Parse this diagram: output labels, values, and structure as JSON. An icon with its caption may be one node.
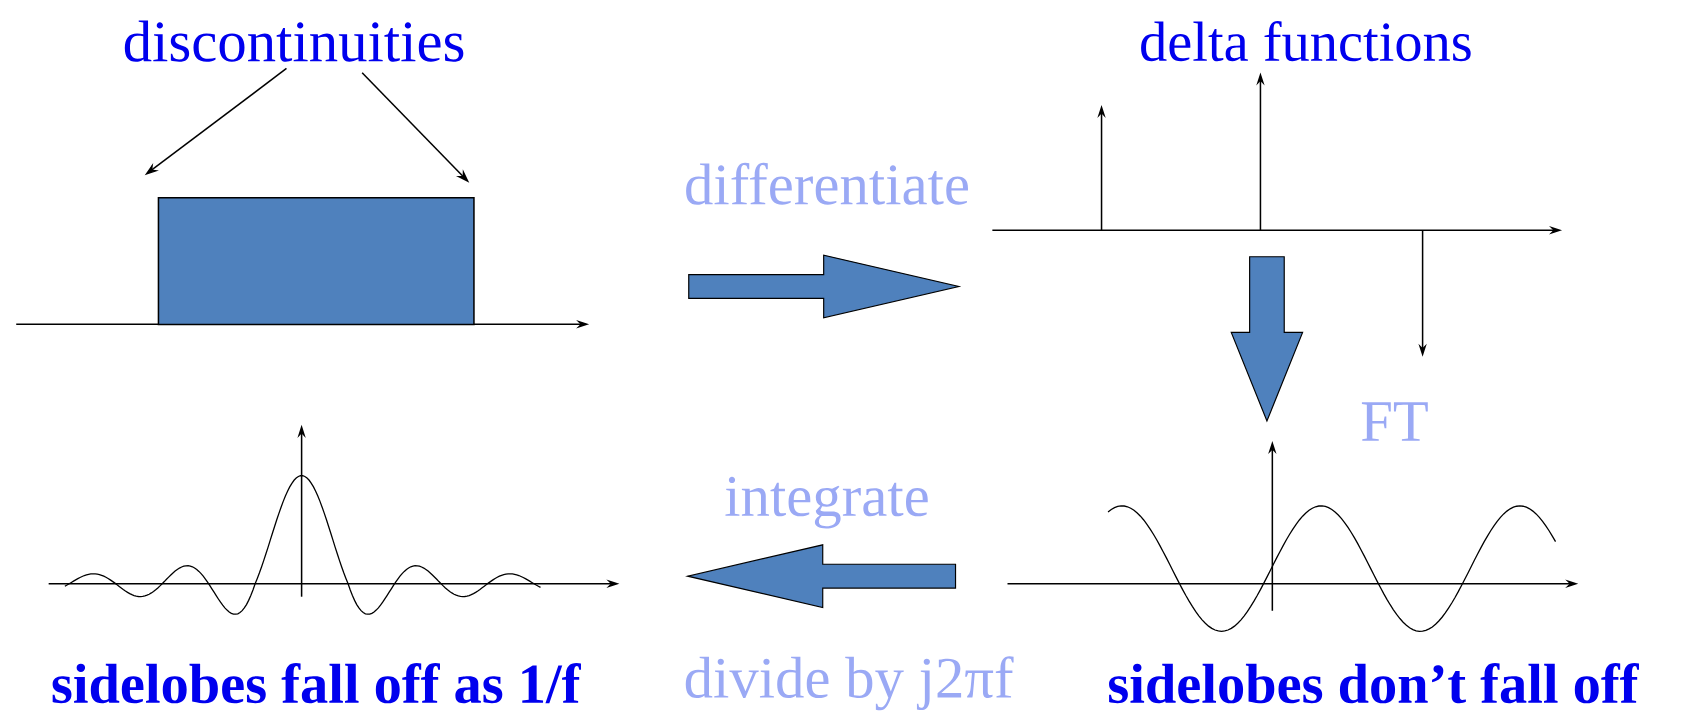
{
  "diagram": {
    "nodes": [
      {
        "text": [
          "discontinuities"
        ]
      },
      {
        "text": [],
        "shape": "picture"
      },
      {
        "text": [],
        "shape": "box"
      },
      {
        "text": [],
        "shape": "picture",
        "beside": [
          "delta functions"
        ]
      },
      {
        "text": [],
        "shape": "picture",
        "beside": [
          "sidelobes don’t fall off"
        ]
      },
      {
        "text": [],
        "shape": "picture",
        "beside": [
          "sidelobes fall off as 1/f"
        ]
      }
    ],
    "edges": [
      {
        "from": 0,
        "to": 2,
        "arrow": "to",
        "color": "#000000"
      },
      {
        "from": 0,
        "to": 2,
        "arrow": "to",
        "color": "#000000"
      },
      {
        "from": 1,
        "to": 3,
        "arrow": "to",
        "label": "differentiate",
        "style": "thick",
        "color": "#4f81bd"
      },
      {
        "from": 3,
        "to": 4,
        "arrow": "to",
        "label": "FT",
        "style": "thick",
        "color": "#4f81bd"
      },
      {
        "from": 4,
        "to": 5,
        "arrow": "to",
        "label": "integrate",
        "style": "thick",
        "color": "#4f81bd"
      }
    ],
    "labels": [
      "divide by j2πf"
    ]
  }
}
